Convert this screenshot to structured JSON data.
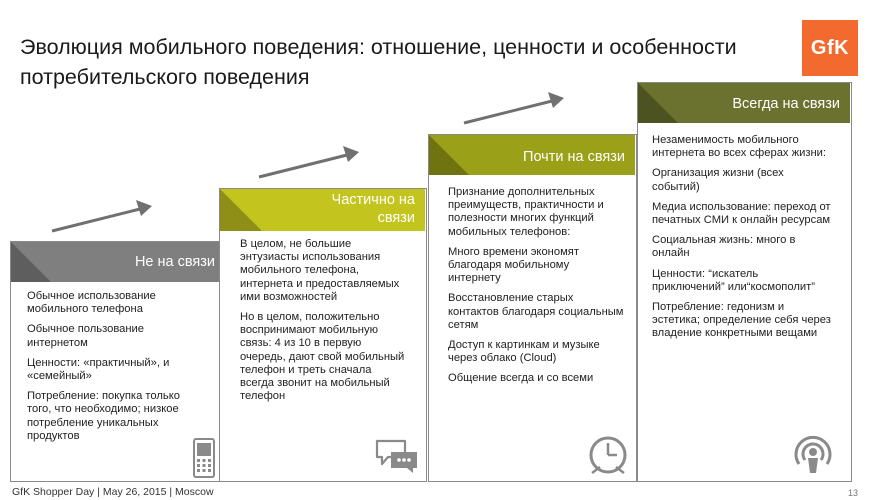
{
  "title": "Эволюция мобильного поведения: отношение, ценности и особенности потребительского поведения",
  "logo_text": "GfK",
  "stages": [
    {
      "heading": "Не на связи",
      "color": "#7f7f7f",
      "icon": "mobile-phone-icon",
      "items": [
        "Обычное использование мобильного телефона",
        "Обычное пользование интернетом",
        "Ценности: «практичный», и «семейный»",
        "Потребление: покупка только того, что необходимо; низкое потребление уникальных продуктов"
      ]
    },
    {
      "heading": "Частично на связи",
      "color": "#c3c41e",
      "icon": "chat-bubbles-icon",
      "items": [
        "В целом, не большие энтузиасты использования мобильного телефона, интернета и предоставляемых ими возможностей",
        "Но в целом, положительно воспринимают мобильную связь: 4 из 10 в первую очередь, дают свой мобильный телефон и треть сначала всегда звонит на мобильный телефон"
      ]
    },
    {
      "heading": "Почти на связи",
      "color": "#9aa017",
      "icon": "clock-icon",
      "items": [
        "Признание дополнительных преимуществ, практичности и полезности многих функций мобильных телефонов:",
        "Много времени экономят благодаря мобильному интернету",
        "Восстановление старых контактов благодаря социальным сетям",
        "Доступ к картинкам и музыке через облако (Cloud)",
        "Общение всегда и со всеми"
      ]
    },
    {
      "heading": "Всегда на связи",
      "color": "#6b7230",
      "icon": "broadcast-person-icon",
      "items": [
        "Незаменимость мобильного интернета во всех сферах жизни:",
        "Организация жизни (всех событий)",
        "Медиа использование: переход от печатных СМИ к онлайн ресурсам",
        "Социальная жизнь: много в онлайн",
        "Ценности: “искатель приключений” или“космополит”",
        "Потребление: гедонизм и эстетика; определение себя через владение конкретными вещами"
      ]
    }
  ],
  "footer": "GfK Shopper Day | May 26, 2015 | Moscow",
  "page_number": "13"
}
